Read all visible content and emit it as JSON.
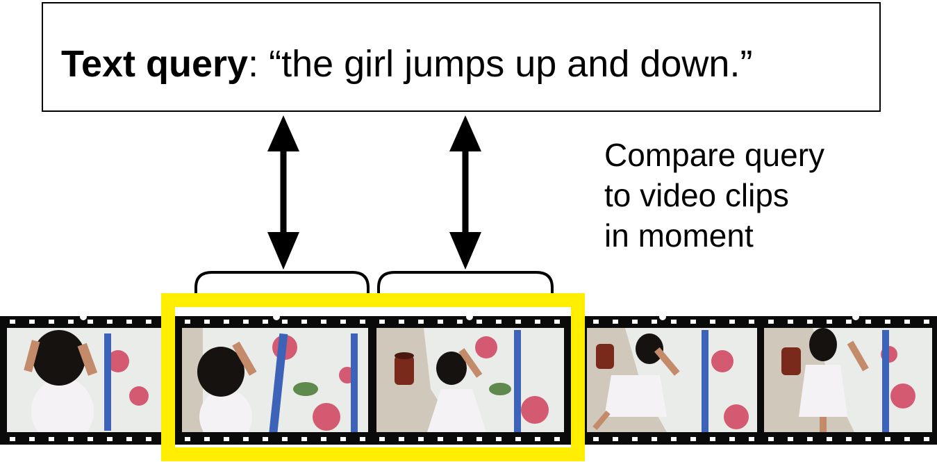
{
  "query": {
    "label": "Text query",
    "separator": ": ",
    "text": "“the girl jumps up and down.”"
  },
  "caption": {
    "lines": [
      "Compare query",
      "to video clips",
      "in moment"
    ]
  },
  "colors": {
    "highlight": "#ffee00",
    "film": "#0a0a0a",
    "sprocket": "#ffffff",
    "bedspread": "#e9ece8",
    "floor": "#cfc8bb",
    "skin": "#c48b6a",
    "hair": "#161210",
    "dress": "#f4f2f5",
    "flower_pink": "#d45a72",
    "flower_blue": "#3c63b8",
    "leaf_green": "#5e8a4e",
    "can": "#7a2a1a"
  },
  "film": {
    "frame_count": 5,
    "highlighted_frames": [
      1,
      2
    ]
  },
  "icons": {
    "arrow": "double-headed-vertical-arrow",
    "bracket": "clip-bracket"
  }
}
